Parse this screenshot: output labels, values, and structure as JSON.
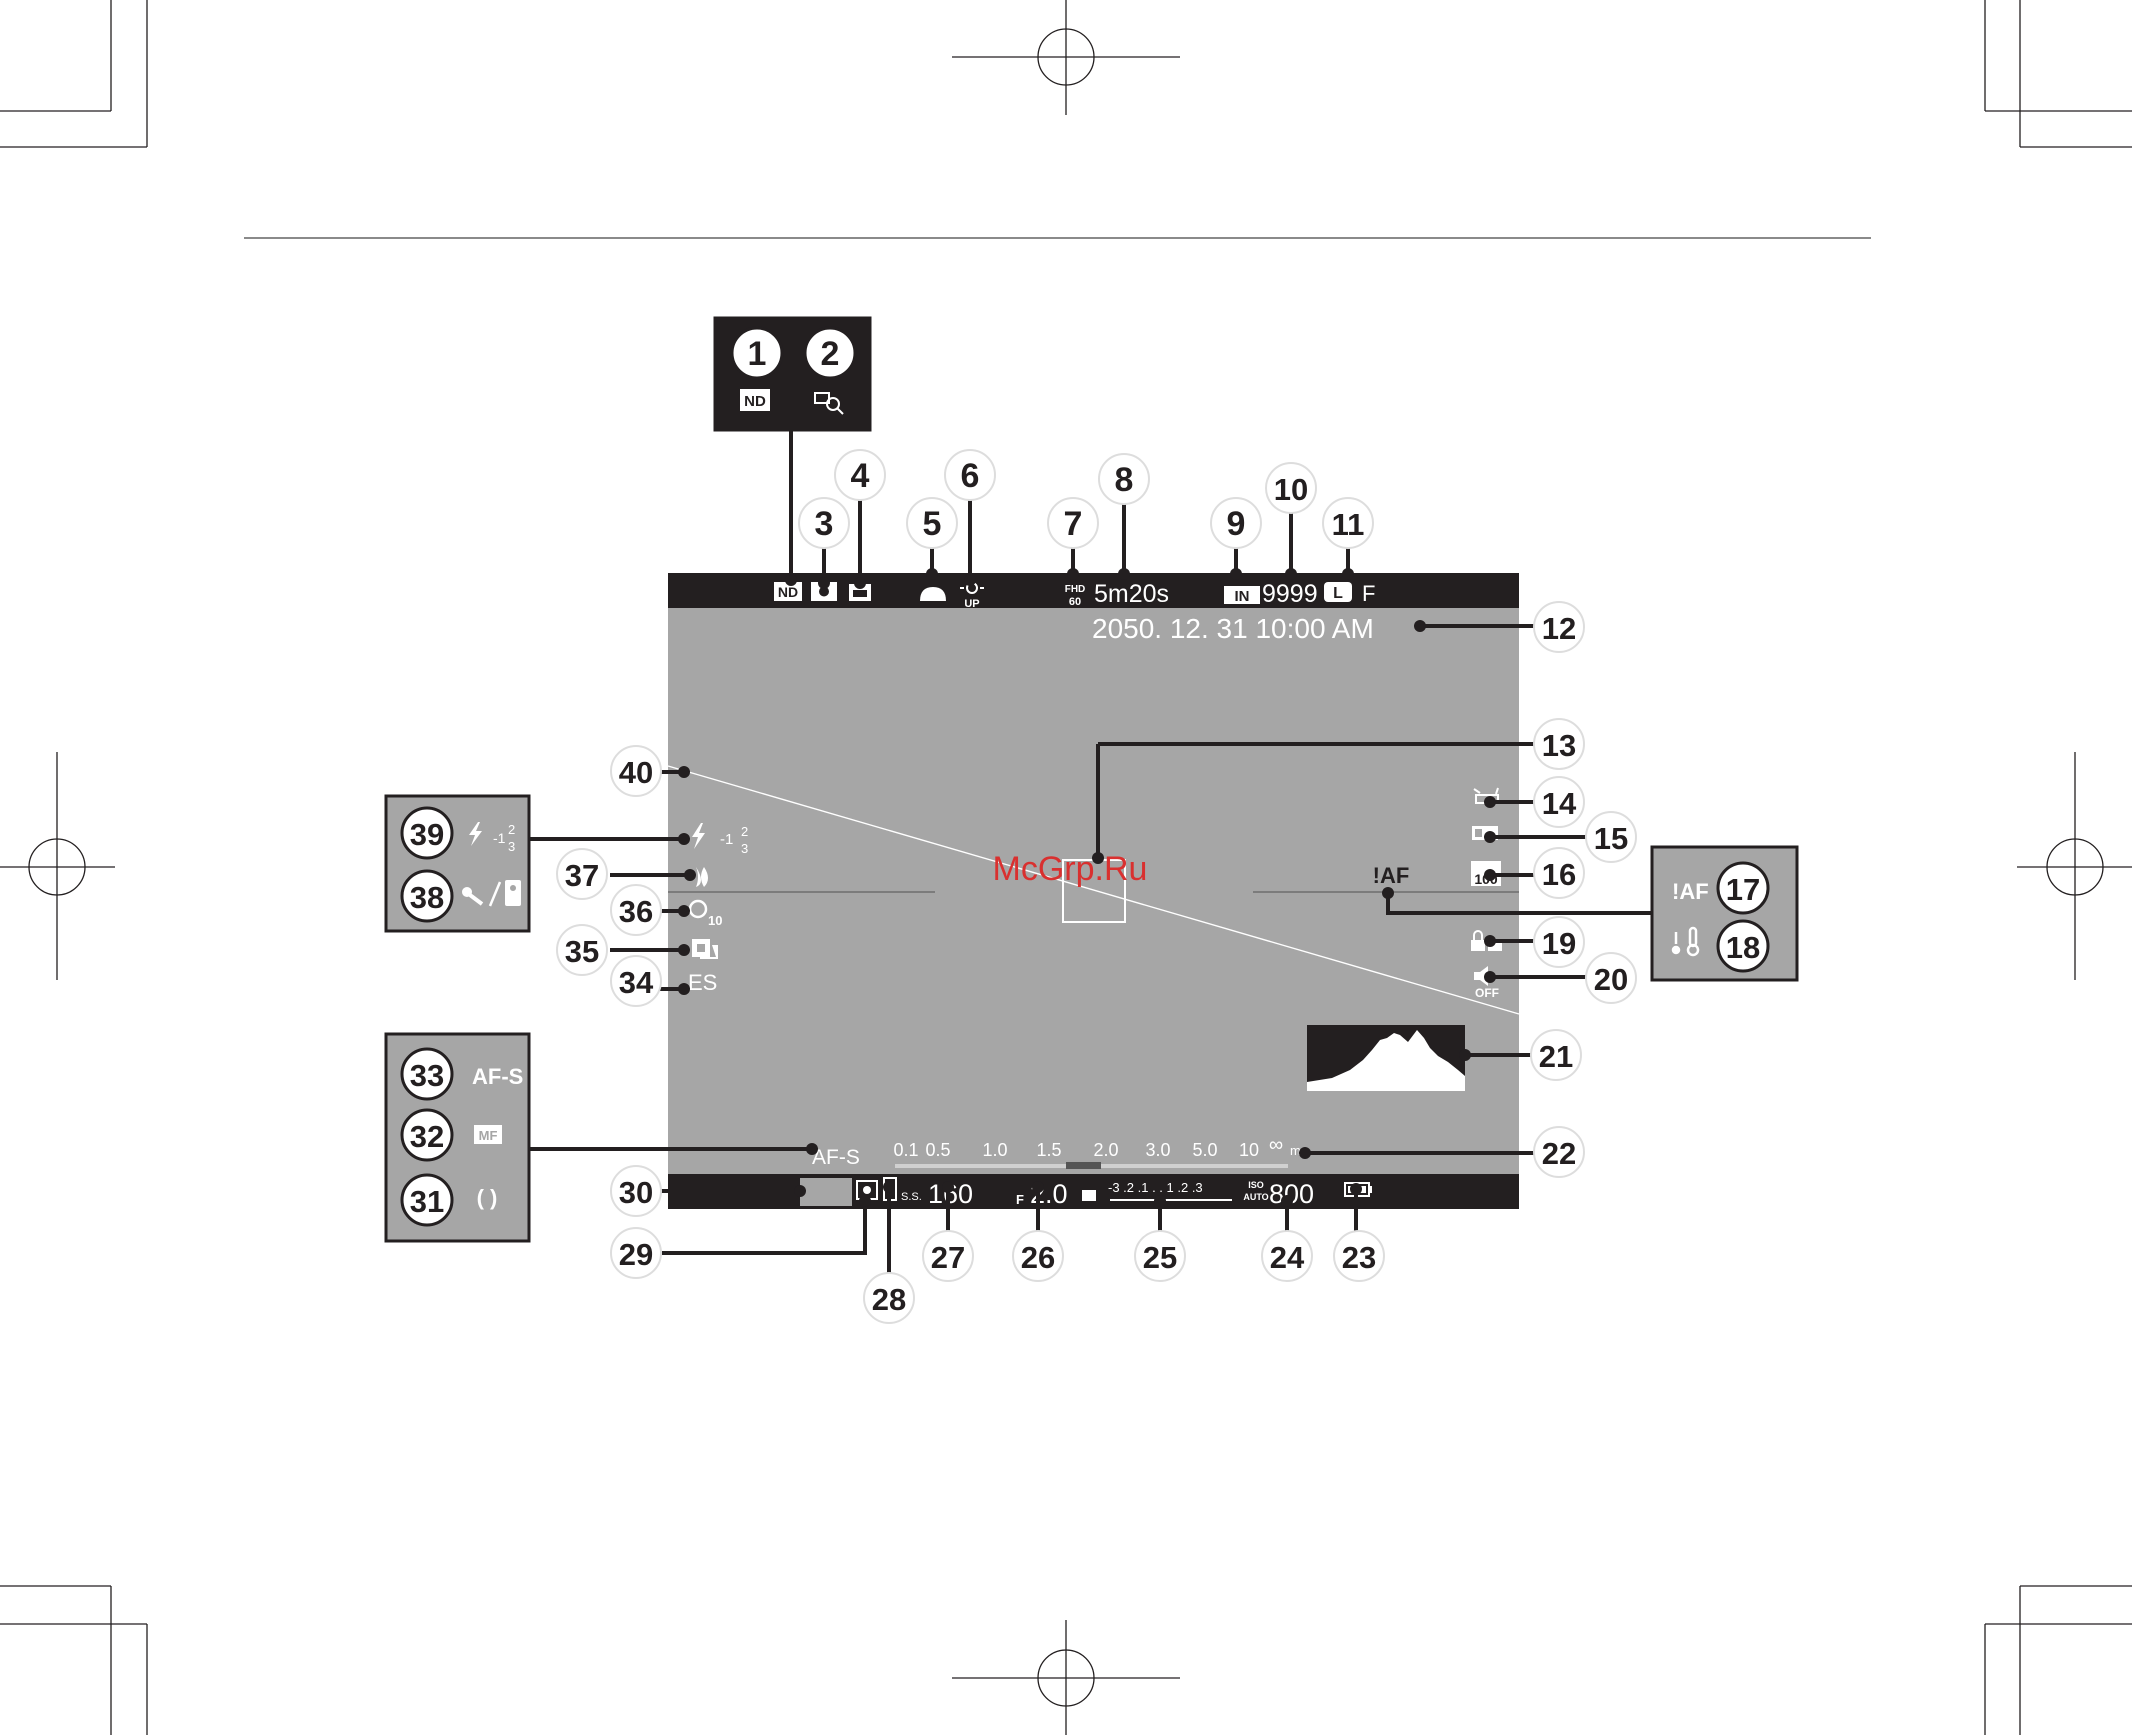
{
  "page": {
    "title": "Camera display indicators (shooting mode)",
    "watermark": "McGrp.Ru"
  },
  "callouts": {
    "c1": "1",
    "c2": "2",
    "c3": "3",
    "c4": "4",
    "c5": "5",
    "c6": "6",
    "c7": "7",
    "c8": "8",
    "c9": "9",
    "c10": "10",
    "c11": "11",
    "c12": "12",
    "c13": "13",
    "c14": "14",
    "c15": "15",
    "c16": "16",
    "c17": "17",
    "c18": "18",
    "c19": "19",
    "c20": "20",
    "c21": "21",
    "c22": "22",
    "c23": "23",
    "c24": "24",
    "c25": "25",
    "c26": "26",
    "c27": "27",
    "c28": "28",
    "c29": "29",
    "c30": "30",
    "c31": "31",
    "c32": "32",
    "c33": "33",
    "c34": "34",
    "c35": "35",
    "c36": "36",
    "c37": "37",
    "c38": "38",
    "c39": "39",
    "c40": "40"
  },
  "top_bar": {
    "nd": "ND",
    "movie_quality": "FHD",
    "movie_fps": "60",
    "rec_time": "5m20s",
    "storage": "IN",
    "frames": "9999",
    "size": "L",
    "quality": "F",
    "dr_up": "UP"
  },
  "date_time": "2050. 12. 31   10:00  AM",
  "right_side": {
    "af_warning": "!AF",
    "iso_100": "100",
    "flash_off": "OFF"
  },
  "left_side": {
    "flash_comp": "-1",
    "flash_num": "2",
    "flash_den": "3",
    "self_timer": "10",
    "shutter_type": "ES"
  },
  "focus": {
    "mode": "AF-S",
    "scale": [
      "0.1",
      "0.5",
      "1.0",
      "1.5",
      "2.0",
      "3.0",
      "5.0",
      "10",
      "∞"
    ],
    "unit": "m"
  },
  "bottom_bar": {
    "ss_label": "S.S.",
    "shutter_speed": "160",
    "f_label": "F",
    "aperture": "2.0",
    "exp_scale": "-3 .2 .1 . . 1 .2 .3",
    "iso_top": "ISO",
    "iso_bottom": "AUTO",
    "iso": "800"
  },
  "inset_1_2": {
    "nd": "ND"
  },
  "inset_17_18": {
    "af": "!AF"
  },
  "inset_31_33": {
    "afs": "AF-S",
    "mf": "MF",
    "afc": "(  )"
  },
  "inset_38_39": {
    "flash_comp": "-1",
    "flash_num": "2",
    "flash_den": "3"
  },
  "histogram": {
    "shape": "mountain",
    "fill": "#ffffff"
  },
  "colors": {
    "screen": "#a6a6a6",
    "bar": "#231f20",
    "callout_border": "#231f20",
    "watermark": "#d9302f"
  }
}
